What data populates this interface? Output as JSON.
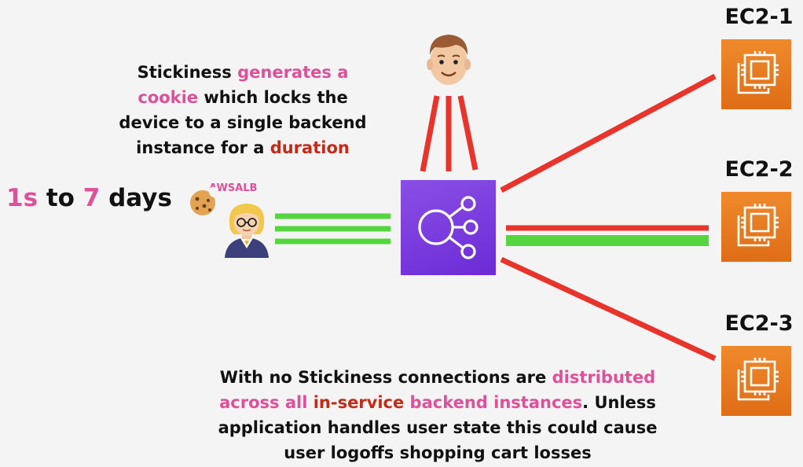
{
  "top_note": {
    "p1": "Stickiness ",
    "p2": "generates a cookie",
    "p3": " which locks the device to a single backend instance for a ",
    "p4": "duration"
  },
  "duration": {
    "a": "1s",
    "b": " to ",
    "c": "7",
    "d": " days"
  },
  "cookie_label": "AWSALB",
  "bottom_note": {
    "p1": "With no Stickiness connections are ",
    "p2": "distributed across all ",
    "p3": "in-service",
    "p4": " backend instances",
    "p5": ". Unless application handles user state this could cause user logoffs shopping cart losses"
  },
  "instances": [
    {
      "label": "EC2-1"
    },
    {
      "label": "EC2-2"
    },
    {
      "label": "EC2-3"
    }
  ],
  "colors": {
    "pink": "#e0509a",
    "red": "#c62a17",
    "link_red": "#e8342a",
    "link_green": "#55d63e",
    "ec2_orange": "#e8791e",
    "alb_purple": "#7b3fe0"
  },
  "icons": {
    "load_balancer": "elastic-load-balancer-icon",
    "ec2": "ec2-instance-icon",
    "user_man": "man-avatar-icon",
    "user_woman": "woman-avatar-icon",
    "cookie": "cookie-icon"
  }
}
